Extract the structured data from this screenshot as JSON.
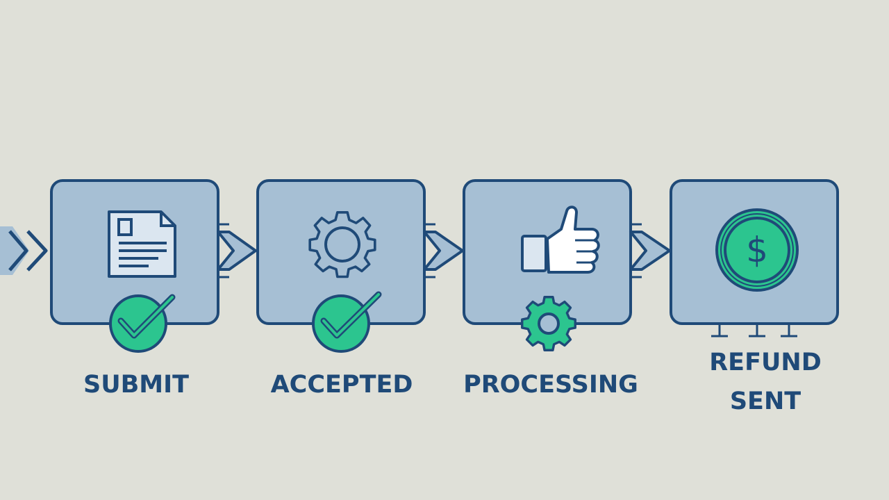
{
  "steps": [
    {
      "label": "SUBMIT",
      "icon": "document-icon",
      "status_icon": "check-circle-icon"
    },
    {
      "label": "ACCEPTED",
      "icon": "gear-icon",
      "status_icon": "check-circle-icon"
    },
    {
      "label": "PROCESSING",
      "icon": "thumbs-up-icon",
      "status_icon": "gear-icon"
    },
    {
      "label": "REFUND SENT",
      "icon": "dollar-coin-icon",
      "status_icon": ""
    }
  ],
  "colors": {
    "background": "#dfe0d8",
    "box_fill": "#a6bfd4",
    "outline": "#1f4a78",
    "accent_green": "#2cc58f",
    "label_text": "#1f4a78"
  }
}
